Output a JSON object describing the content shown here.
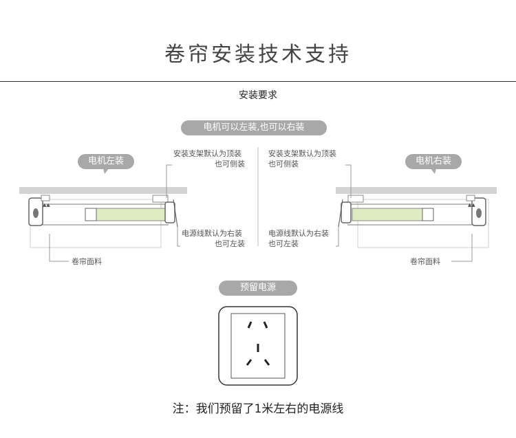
{
  "title": "卷帘安装技术支持",
  "subtitle": "安装要求",
  "motor_either_side": "电机可以左装,也可以右装",
  "left_motor_label": "电机左装",
  "right_motor_label": "电机右装",
  "bracket_note_left": [
    "安装支架默认为顶装",
    "也可侧装"
  ],
  "bracket_note_right": [
    "安装支架默认为顶装",
    "也可侧装"
  ],
  "cable_note_left": [
    "电源线默认为右装",
    "也可左装"
  ],
  "cable_note_right": [
    "电源线默认为右装",
    "也可左装"
  ],
  "fabric_label_left": "卷帘面料",
  "fabric_label_right": "卷帘面料",
  "power_label": "预留电源",
  "footer_note": "注：我们预留了1米左右的电源线",
  "colors": {
    "pill": "#a8a8a8",
    "motor": "#dfecc2",
    "ceiling": "#d3d3d3"
  }
}
